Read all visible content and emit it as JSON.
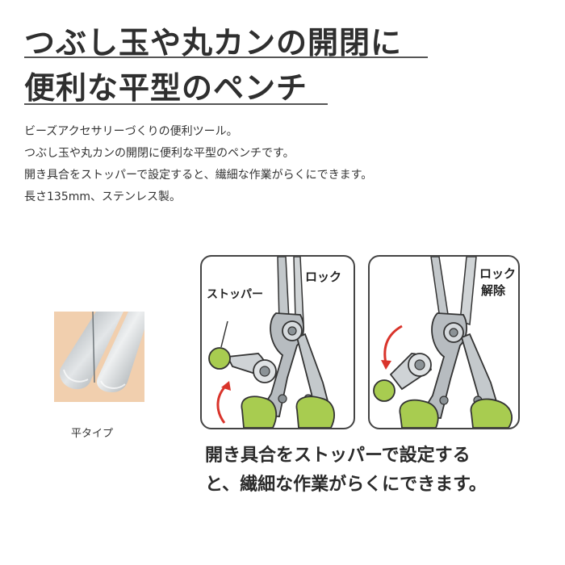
{
  "headline": {
    "line1": "つぶし玉や丸カンの開閉に",
    "line2": "便利な平型のペンチ"
  },
  "description": [
    "ビーズアクセサリーづくりの便利ツール。",
    "つぶし玉や丸カンの開閉に便利な平型のペンチです。",
    "開き具合をストッパーで設定すると、繊細な作業がらくにできます。",
    "長さ135mm、ステンレス製。"
  ],
  "swatch": {
    "label": "平タイプ"
  },
  "panel_lock": {
    "stopper_label": "ストッパー",
    "state_label": "ロック"
  },
  "panel_unlock": {
    "state_label_1": "ロック",
    "state_label_2": "解除"
  },
  "caption": {
    "line1": "開き具合をストッパーで設定する",
    "line2": "と、繊細な作業がらくにできます。"
  },
  "colors": {
    "grip_green": "#a8cc50",
    "arrow_red": "#d9342b",
    "steel": "#b9bfc3",
    "swatch_bg": "#f1cfae"
  }
}
